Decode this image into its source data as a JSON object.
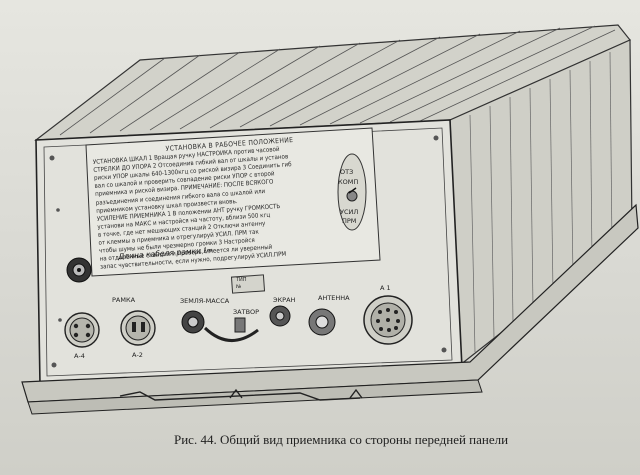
{
  "instructions": {
    "heading": "УСТАНОВКА В РАБОЧЕЕ ПОЛОЖЕНИЕ",
    "lines": [
      "УСТАНОВКА ШКАЛ 1 Вращая ручку НАСТРОЙКА против часовой",
      "СТРЕЛКИ ДО УПОРА 2 Отсоединив гибкий вал от шкалы и установ",
      "риски УПОР шкалы 640-1300кгц со риской визира 3 Соединить гиб",
      "вал со шкалой и проверить совпадение риски УПОР с второй",
      "приемника и риской визира. ПРИМЕЧАНИЕ: ПОСЛЕ ВСЯКОГО",
      "разъединения и соединения гибкого вала со шкалой или",
      "приемником установку шкал произвести вновь.",
      "УСИЛЕНИЕ ПРИЕМНИКА 1 В положении АНТ ручку ГРОМКОСТЬ",
      "установи на МАКС и настройся на частоту, вблизи 500 кгц",
      "в точке, где нет мешающих станций 2 Отключи антенну",
      "от клеммы а приемника и отрегулируй УСИЛ. ПРМ так",
      "чтобы шумы не были чрезмерно громки 3 Настройся",
      "на отдаленные станции и проверь, имеется ли уверенный",
      "запас чувствительности, если нужно, подрегулируй УСИЛ.ПРМ"
    ],
    "cable_length": "Длина кабеля рамки ℓ="
  },
  "labels": {
    "ramka": "РАМКА",
    "zemlya": "ЗЕМЛЯ-МАССА",
    "zatvor": "ЗАТВОР",
    "ekran": "ЭКРАН",
    "antenna": "АНТЕННА",
    "a4": "А-4",
    "a2": "А-2",
    "a1": "А 1",
    "otz": "ОТЗ",
    "komp": "КОМП",
    "usil": "УСИЛ",
    "prm": "ПРМ",
    "type_plate_1": "ТИП",
    "type_plate_2": "№"
  },
  "caption": "Рис. 44. Общий вид приемника со стороны передней панели"
}
